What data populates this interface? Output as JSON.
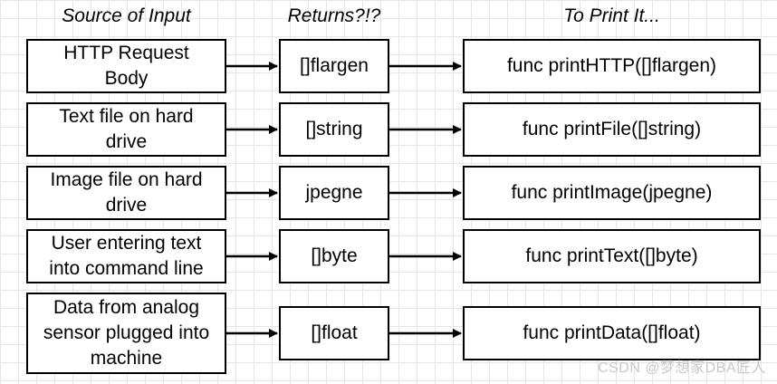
{
  "headers": {
    "source": "Source of Input",
    "returns": "Returns?!?",
    "print": "To Print It..."
  },
  "rows": [
    {
      "source": "HTTP Request\nBody",
      "returns": "[]flargen",
      "print": "func printHTTP([]flargen)"
    },
    {
      "source": "Text file on hard\ndrive",
      "returns": "[]string",
      "print": "func printFile([]string)"
    },
    {
      "source": "Image file on hard\ndrive",
      "returns": "jpegne",
      "print": "func printImage(jpegne)"
    },
    {
      "source": "User entering text\ninto command line",
      "returns": "[]byte",
      "print": "func printText([]byte)"
    },
    {
      "source": "Data from analog\nsensor plugged into\nmachine",
      "returns": "[]float",
      "print": "func printData([]float)"
    }
  ],
  "watermark": "CSDN @梦想家DBA匠人"
}
